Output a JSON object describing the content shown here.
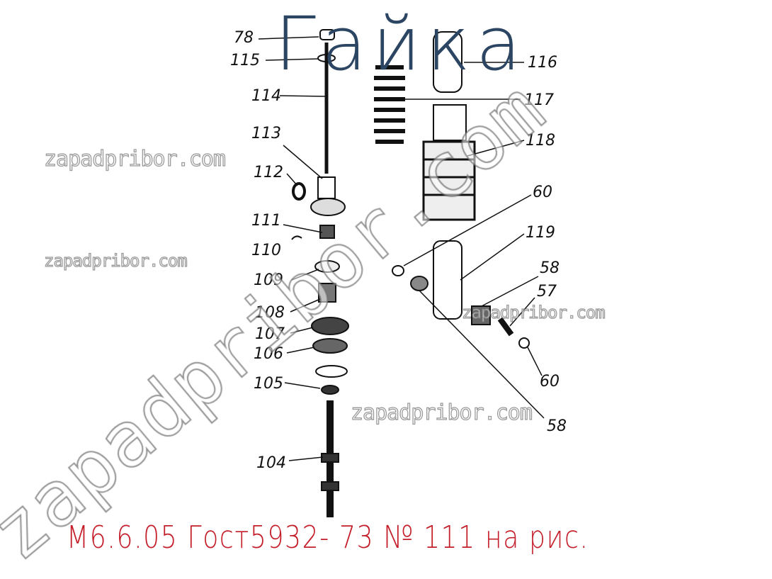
{
  "title": "Гайка",
  "caption": "М6.6.05 Гост5932- 73 № 111 на рис.",
  "watermarks": [
    "zapadpribor.com",
    "zapadpribor.com",
    "zapadpribor.com",
    "zapadpribor.com",
    "zapadpribor.com"
  ],
  "part_labels": {
    "p78": "78",
    "p115": "115",
    "p114": "114",
    "p113": "113",
    "p112": "112",
    "p111": "111",
    "p110": "110",
    "p109": "109",
    "p108": "108",
    "p107": "107",
    "p106": "106",
    "p105": "105",
    "p104": "104",
    "p116": "116",
    "p117": "117",
    "p118": "118",
    "p60a": "60",
    "p119": "119",
    "p58a": "58",
    "p57": "57",
    "p60b": "60",
    "p58b": "58"
  },
  "colors": {
    "title": "#2b4562",
    "caption": "#c41e2a"
  }
}
